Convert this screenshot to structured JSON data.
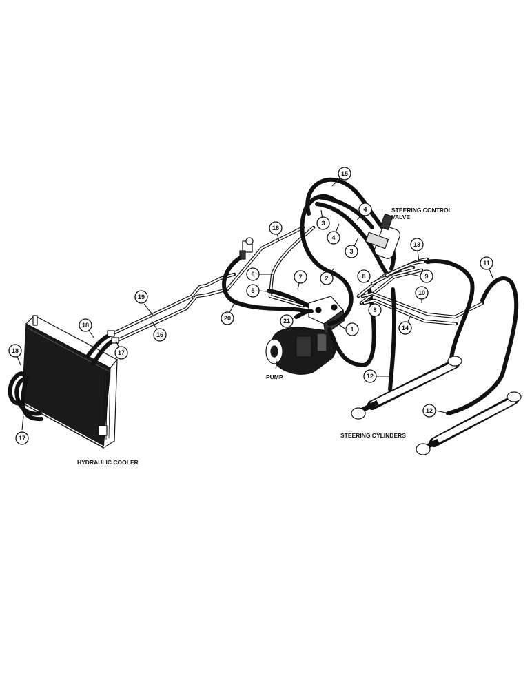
{
  "labels": {
    "steering_control_valve_line1": "STEERING CONTROL",
    "steering_control_valve_line2": "VALVE",
    "pump": "PUMP",
    "steering_cylinders": "STEERING CYLINDERS",
    "hydraulic_cooler": "HYDRAULIC COOLER"
  },
  "callouts": {
    "c15": "15",
    "c4a": "4",
    "c3a": "3",
    "c4b": "4",
    "c3b": "3",
    "c16a": "16",
    "c13": "13",
    "c11": "11",
    "c6": "6",
    "c7": "7",
    "c2": "2",
    "c8a": "8",
    "c9": "9",
    "c5": "5",
    "c10": "10",
    "c8b": "8",
    "c19": "19",
    "c20": "20",
    "c21": "21",
    "c1": "1",
    "c14": "14",
    "c18a": "18",
    "c17a": "17",
    "c16b": "16",
    "c18b": "18",
    "c12a": "12",
    "c12b": "12",
    "c17b": "17"
  }
}
